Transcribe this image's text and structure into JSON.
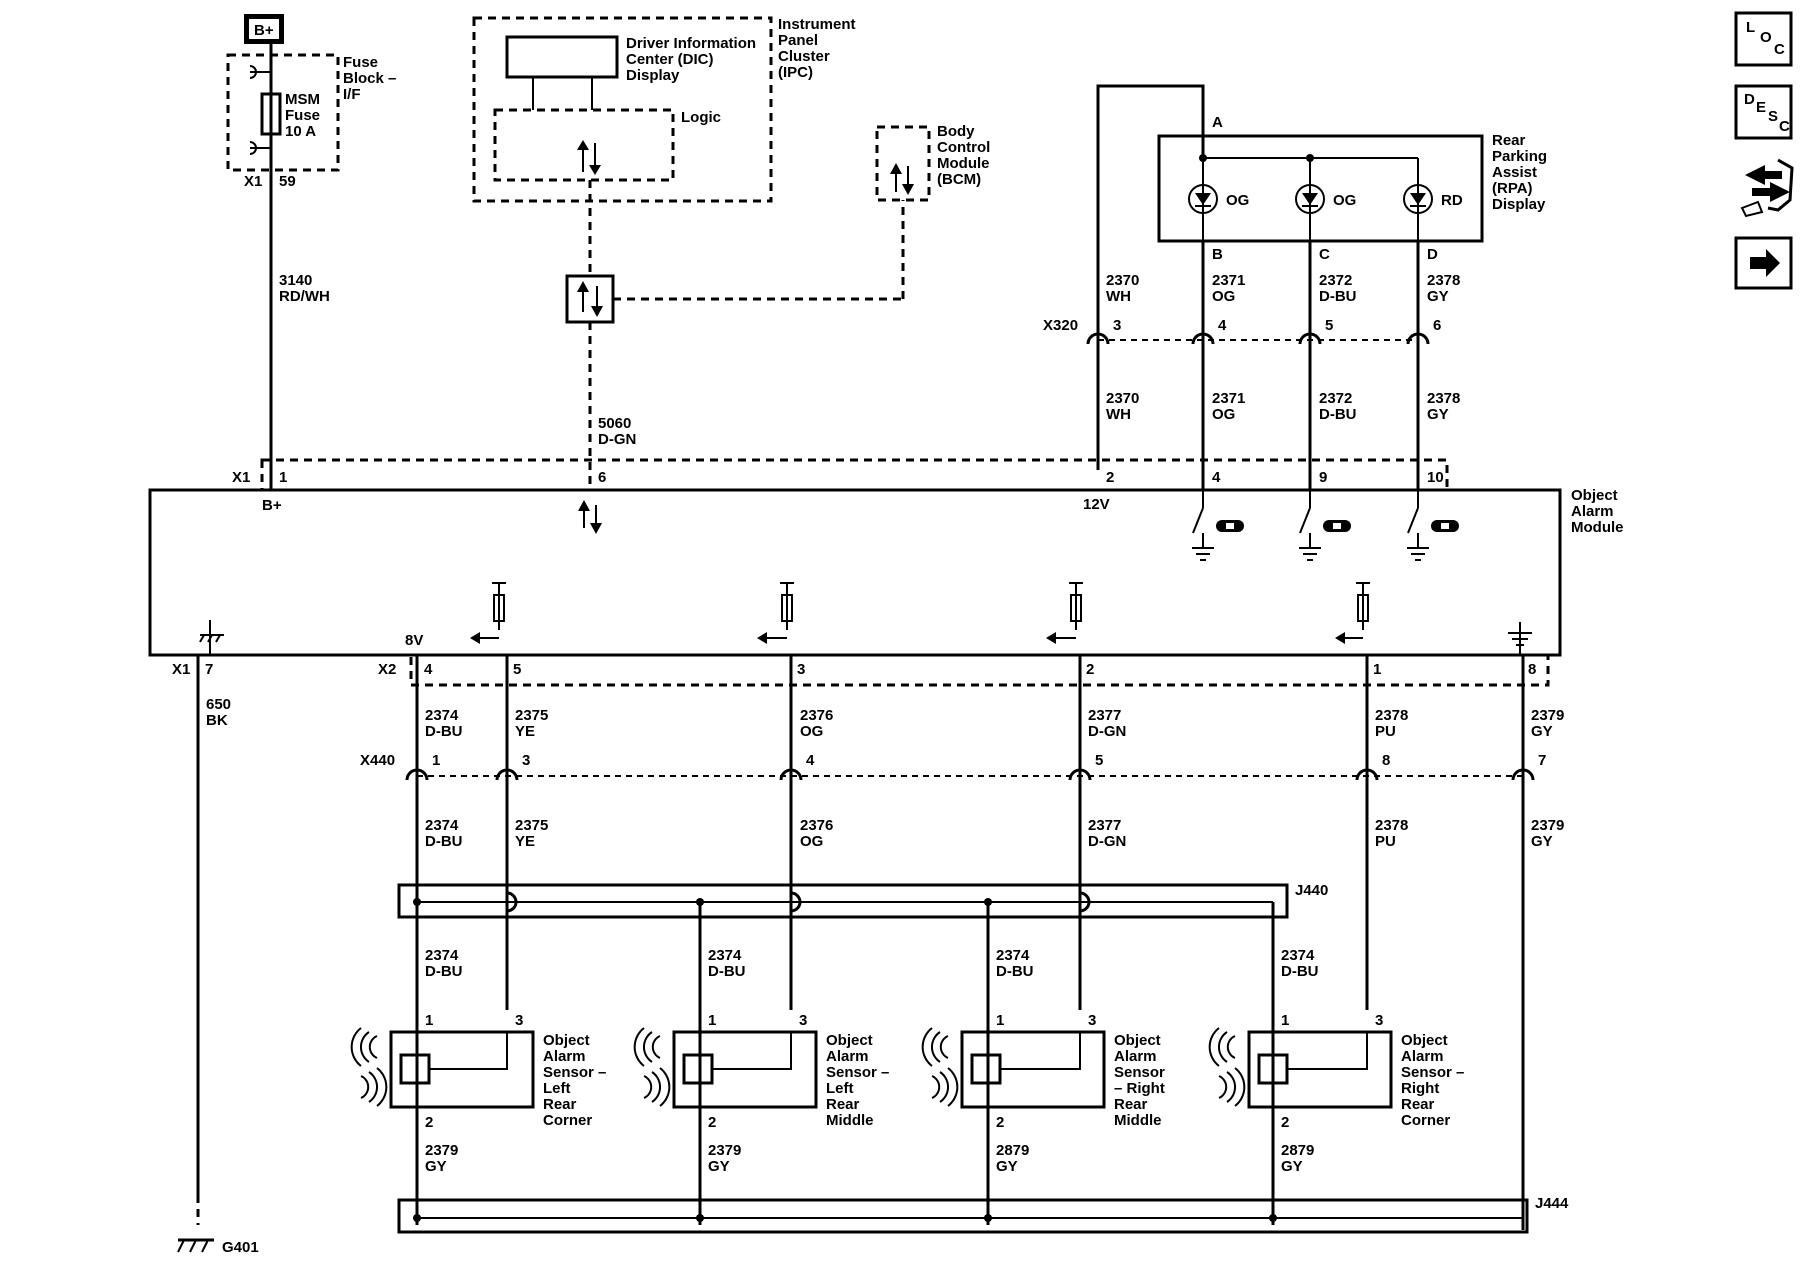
{
  "power": {
    "bplus": "B+",
    "fuse_block": [
      "Fuse",
      "Block –",
      "I/F"
    ],
    "fuse": [
      "MSM",
      "Fuse",
      "10 A"
    ],
    "x1": "X1",
    "pin59": "59",
    "wire": [
      "3140",
      "RD/WH"
    ]
  },
  "ipc": {
    "label": [
      "Instrument",
      "Panel",
      "Cluster",
      "(IPC)"
    ],
    "dic": [
      "Driver Information",
      "Center (DIC)",
      "Display"
    ],
    "logic": "Logic"
  },
  "bcm": {
    "label": [
      "Body",
      "Control",
      "Module",
      "(BCM)"
    ]
  },
  "serial": {
    "wire": [
      "5060",
      "D-GN"
    ]
  },
  "rpa": {
    "label": [
      "Rear",
      "Parking",
      "Assist",
      "(RPA)",
      "Display"
    ],
    "pinA": "A",
    "leds": [
      "OG",
      "OG",
      "RD"
    ],
    "pins": [
      "B",
      "C",
      "D"
    ]
  },
  "x320": {
    "conn": "X320",
    "pins": [
      "3",
      "4",
      "5",
      "6"
    ],
    "wires_top": [
      [
        "2370",
        "WH"
      ],
      [
        "2371",
        "OG"
      ],
      [
        "2372",
        "D-BU"
      ],
      [
        "2378",
        "GY"
      ]
    ],
    "wires_bot": [
      [
        "2370",
        "WH"
      ],
      [
        "2371",
        "OG"
      ],
      [
        "2372",
        "D-BU"
      ],
      [
        "2378",
        "GY"
      ]
    ]
  },
  "module": {
    "name": [
      "Object",
      "Alarm",
      "Module"
    ],
    "x1": "X1",
    "top_pins": [
      "1",
      "6",
      "2",
      "4",
      "9",
      "10"
    ],
    "bplus": "B+",
    "v12": "12V",
    "v8": "8V",
    "x1b": "X1",
    "pin7": "7",
    "x2": "X2",
    "bot_pins": [
      "4",
      "5",
      "3",
      "2",
      "1",
      "8"
    ]
  },
  "ground": {
    "wire": [
      "650",
      "BK"
    ],
    "name": "G401"
  },
  "x2wires": [
    [
      "2374",
      "D-BU"
    ],
    [
      "2375",
      "YE"
    ],
    [
      "2376",
      "OG"
    ],
    [
      "2377",
      "D-GN"
    ],
    [
      "2378",
      "PU"
    ],
    [
      "2379",
      "GY"
    ]
  ],
  "x440": {
    "conn": "X440",
    "pins": [
      "1",
      "3",
      "4",
      "5",
      "8",
      "7"
    ],
    "wires": [
      [
        "2374",
        "D-BU"
      ],
      [
        "2375",
        "YE"
      ],
      [
        "2376",
        "OG"
      ],
      [
        "2377",
        "D-GN"
      ],
      [
        "2378",
        "PU"
      ],
      [
        "2379",
        "GY"
      ]
    ]
  },
  "splices": {
    "j440": "J440",
    "j444": "J444"
  },
  "sensor_wires_top": [
    [
      "2374",
      "D-BU"
    ],
    [
      "2374",
      "D-BU"
    ],
    [
      "2374",
      "D-BU"
    ],
    [
      "2374",
      "D-BU"
    ]
  ],
  "sensor_wires_bot": [
    [
      "2379",
      "GY"
    ],
    [
      "2379",
      "GY"
    ],
    [
      "2879",
      "GY"
    ],
    [
      "2879",
      "GY"
    ]
  ],
  "sensors": [
    {
      "pins": [
        "1",
        "3",
        "2"
      ],
      "name": [
        "Object",
        "Alarm",
        "Sensor –",
        "Left",
        "Rear",
        "Corner"
      ]
    },
    {
      "pins": [
        "1",
        "3",
        "2"
      ],
      "name": [
        "Object",
        "Alarm",
        "Sensor –",
        "Left",
        "Rear",
        "Middle"
      ]
    },
    {
      "pins": [
        "1",
        "3",
        "2"
      ],
      "name": [
        "Object",
        "Alarm",
        "Sensor",
        "– Right",
        "Rear",
        "Middle"
      ]
    },
    {
      "pins": [
        "1",
        "3",
        "2"
      ],
      "name": [
        "Object",
        "Alarm",
        "Sensor –",
        "Right",
        "Rear",
        "Corner"
      ]
    }
  ],
  "nav": {
    "loc": [
      "L",
      "O",
      "C"
    ],
    "desc": [
      "D",
      "E",
      "S",
      "C"
    ]
  }
}
